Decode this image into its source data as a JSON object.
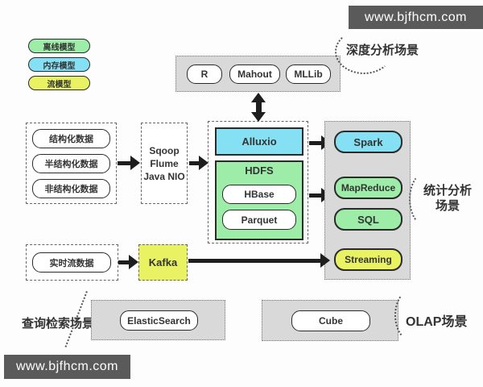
{
  "watermark": {
    "url_text": "www.bjfhcm.com"
  },
  "legend": [
    "离线模型",
    "内存模型",
    "流模型"
  ],
  "scenarios": {
    "deep_analysis": "深度分析场景",
    "stats_line1": "统计分析",
    "stats_line2": "场景",
    "query_search": "查询检索场景",
    "olap": "OLAP场景"
  },
  "ml_tools": [
    "R",
    "Mahout",
    "MLLib"
  ],
  "data_sources": [
    "结构化数据",
    "半结构化数据",
    "非结构化数据"
  ],
  "ingestion": [
    "Sqoop",
    "Flume",
    "Java NIO"
  ],
  "storage": {
    "memory_layer": "Alluxio",
    "fs": "HDFS",
    "stores": [
      "HBase",
      "Parquet"
    ]
  },
  "compute": {
    "spark": "Spark",
    "mapreduce": "MapReduce",
    "sql": "SQL",
    "streaming": "Streaming"
  },
  "streaming_ingest": {
    "source": "实时流数据",
    "broker": "Kafka"
  },
  "query_engines": {
    "search": "ElasticSearch",
    "olap": "Cube"
  },
  "colors": {
    "cyan": "#84e0f2",
    "green": "#9deda9",
    "yellow": "#e9f263",
    "box_gray": "#d9d9d9",
    "banner_gray": "#5a5a5a",
    "line_dark": "#1e1e1e",
    "border_dark": "#2a2a2a",
    "text_dark": "#333333"
  }
}
